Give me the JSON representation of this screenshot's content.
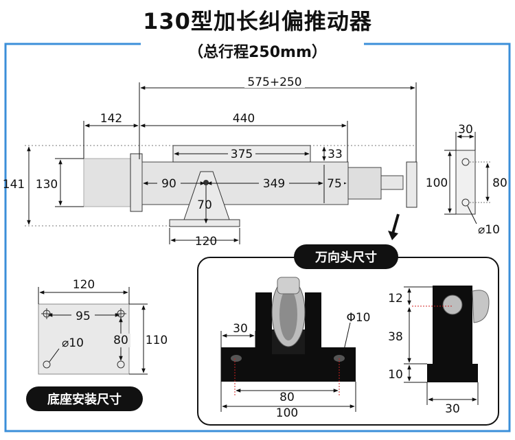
{
  "header": {
    "title": "130型加长纠偏推动器",
    "subtitle": "（总行程250mm）"
  },
  "colors": {
    "frame": "#3b8fd9",
    "metal": "#e0e0e0",
    "body_dark": "#111111",
    "accent": "#d02020"
  },
  "main_view": {
    "dims": {
      "total": "575+250",
      "left": "142",
      "body": "440",
      "top_plate": "375",
      "plate_h": "33",
      "overall_h": "141",
      "body_h": "130",
      "seg_a": "90",
      "seg_b": "349",
      "seg_c": "75",
      "bracket_h": "70",
      "base_w": "120"
    }
  },
  "side_view": {
    "dims": {
      "width": "30",
      "height": "100",
      "hole_pitch": "80",
      "hole_d": "⌀10"
    }
  },
  "universal_joint": {
    "label": "万向头尺寸",
    "dims": {
      "left_offset": "30",
      "hole": "Φ10",
      "pitch": "80",
      "length": "100",
      "h1": "12",
      "h2": "38",
      "h3": "10",
      "width": "30"
    }
  },
  "base_mount": {
    "label": "底座安装尺寸",
    "dims": {
      "width": "120",
      "pitch_x": "95",
      "hole": "⌀10",
      "pitch_y": "80",
      "height": "110"
    }
  }
}
